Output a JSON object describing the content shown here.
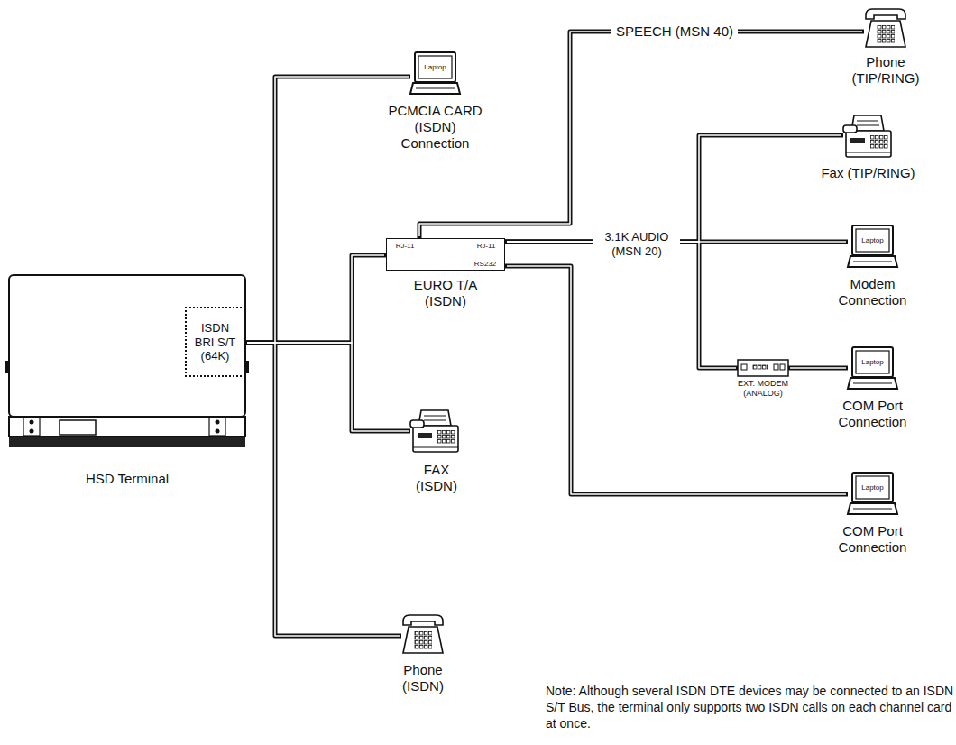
{
  "diagram": {
    "nodes": [
      {
        "text": [
          "HSD Terminal"
        ]
      },
      {
        "text": [
          "ISDN BRI S/T (64K)"
        ],
        "in": 0
      },
      {
        "text": [
          "Laptop",
          "PCMCIA CARD (ISDN) Connection"
        ]
      },
      {
        "text": [
          "RJ-11",
          "RJ-11",
          "RS232",
          "EURO T/A (ISDN)"
        ]
      },
      {
        "text": [
          "Phone (TIP/RING)"
        ]
      },
      {
        "text": [
          "Fax (TIP/RING)"
        ]
      },
      {
        "text": [
          "Laptop",
          "Modem Connection"
        ]
      },
      {
        "text": [
          "EXT. MODEM (ANALOG)"
        ]
      },
      {
        "text": [
          "Laptop",
          "COM Port Connection"
        ]
      },
      {
        "text": [
          "Laptop",
          "COM Port Connection"
        ]
      },
      {
        "text": [
          "FAX (ISDN)"
        ]
      },
      {
        "text": [
          "Phone (ISDN)"
        ]
      }
    ],
    "edges": [
      {
        "from": 1,
        "to": 2,
        "arrow": "none"
      },
      {
        "from": 1,
        "to": 3,
        "arrow": "none"
      },
      {
        "from": 1,
        "to": 10,
        "arrow": "none"
      },
      {
        "from": 1,
        "to": 11,
        "arrow": "none"
      },
      {
        "from": 3,
        "to": 4,
        "label": "SPEECH (MSN 40)",
        "arrow": "none"
      },
      {
        "from": 3,
        "to": 5,
        "arrow": "none"
      },
      {
        "from": 3,
        "to": 6,
        "label": "3.1K AUDIO (MSN 20)",
        "arrow": "none"
      },
      {
        "from": 3,
        "to": 7,
        "arrow": "none"
      },
      {
        "from": 7,
        "to": 8,
        "arrow": "none"
      },
      {
        "from": 3,
        "to": 9,
        "arrow": "none"
      }
    ],
    "labels": [
      "Note: Although several ISDN DTE devices may be connected to an ISDN S/T Bus, the terminal only supports two ISDN calls on each channel card at once."
    ]
  }
}
